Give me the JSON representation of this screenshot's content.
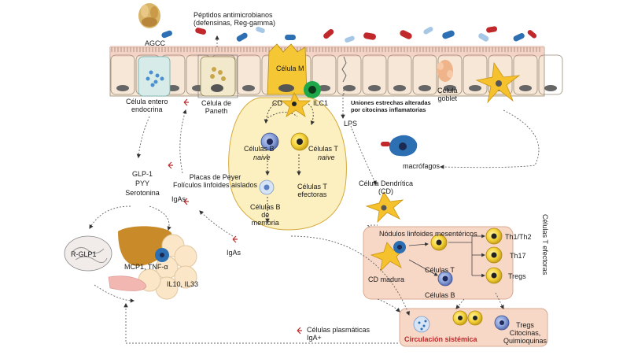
{
  "labels": {
    "agcc": "AGCC",
    "peptidos": "Péptidos antimicrobianos\n(defensinas, Reg-gamma)",
    "celula_m": "Célula M",
    "ilc1": "ILC1",
    "cd": "CD",
    "uniones": "Uniones estrechas alteradas\npor citocinas inflamatorias",
    "celula_goblet": "Célula\ngoblet",
    "enteroendocrina": "Célula entero\nendocrina",
    "paneth": "Célula de\nPaneth",
    "celulas_b": "Células B",
    "naive_b": "naive",
    "celulas_t": "Células T",
    "naive_t": "naive",
    "lps": "LPS",
    "macrofagos": "macrófagos",
    "glp1": "GLP-1",
    "pyy": "PYY",
    "serotonina": "Serotonina",
    "placas": "Placas de Peyer\nFolículos linfoides aislados",
    "t_efectoras": "Células T\nefectoras",
    "b_memoria": "Células B\nde\nmemoria",
    "dendritica": "Célula Dendrítica\n(CD)",
    "igas1": "IgAs",
    "igas2": "IgAs",
    "r_glp1": "R-GLP1",
    "mcp1": "MCP1, TNF-α",
    "il10": "IL10, IL33",
    "nodulos": "Nódulos linfoides mesentéricos",
    "th1": "Th1/Th2",
    "th17": "Th17",
    "tregs": "Tregs",
    "t_efectoras_vert": "Células T efectoras",
    "cd_madura": "CD madura",
    "nod_t": "Células T",
    "nod_b": "Células B",
    "plasmaticas": "Células plasmáticas\nIgA+",
    "circulacion": "Circulación sistémica",
    "tregs_cito": "Tregs\nCitocinas,\nQuimioquinas"
  },
  "colors": {
    "epithelium": "#f6e7d6",
    "band": "#f3c9bd",
    "peyer": "#fdf0c0",
    "mesenteric": "#f7d7c6",
    "circulation": "#f7d7c6",
    "cell_yellow": "#f5d33a",
    "cell_blue": "#5a7fc2",
    "red_accent": "#c0282b",
    "liver": "#c98b2a",
    "green_ilc": "#1ea84a"
  }
}
